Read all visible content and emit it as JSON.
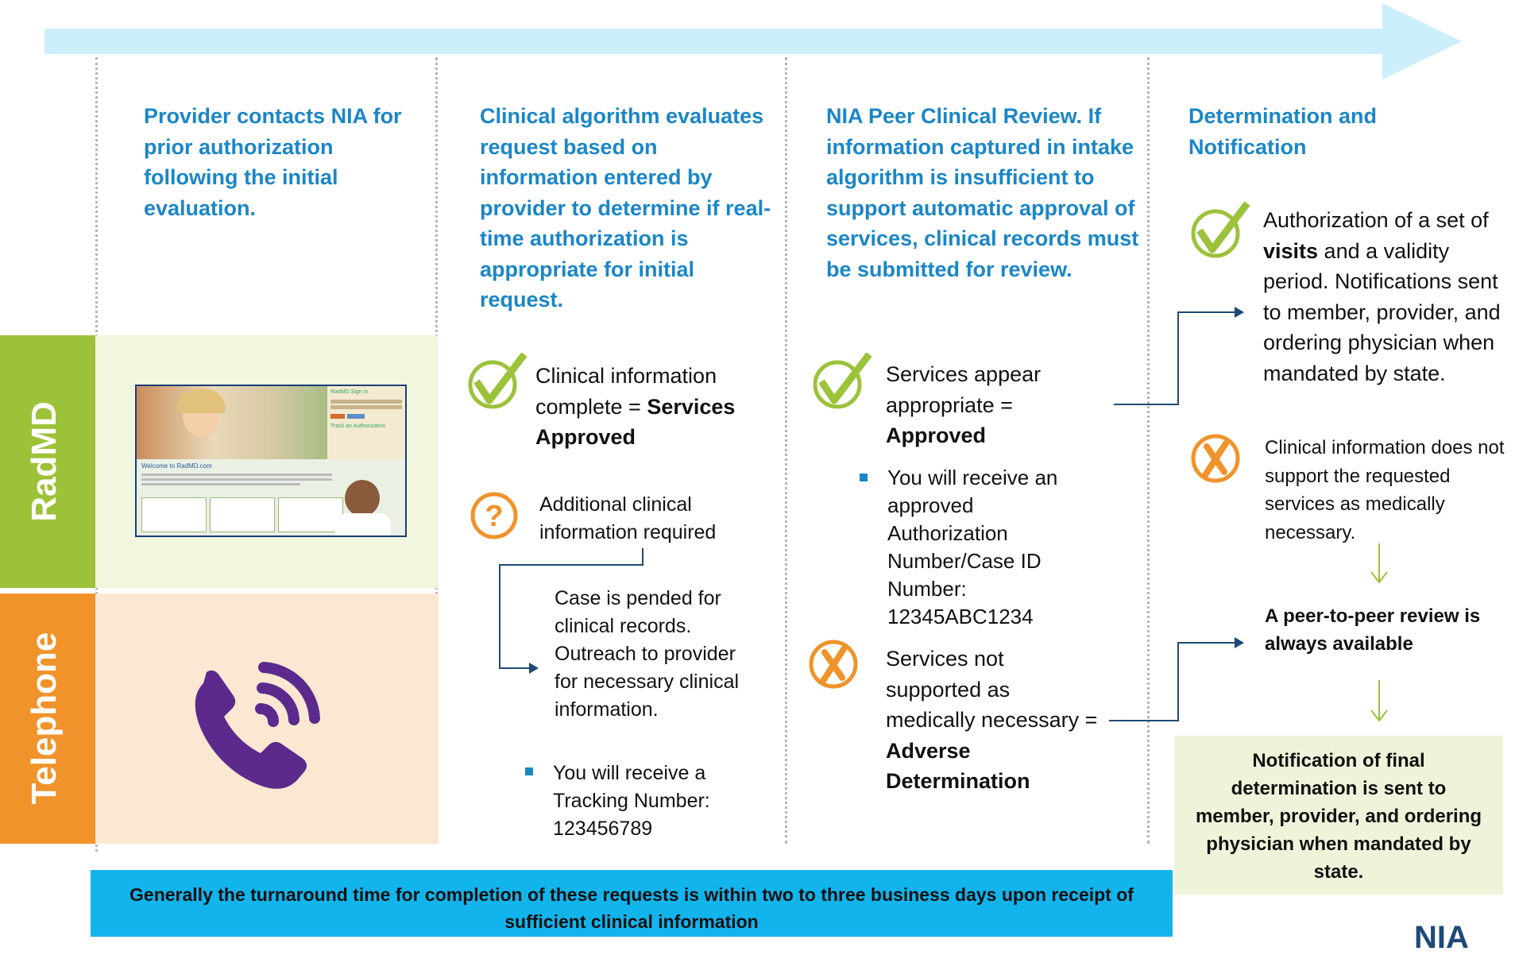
{
  "colors": {
    "accent_blue": "#1b86c7",
    "radmd_green": "#9cc23a",
    "telephone_orange": "#f0932a",
    "check_green": "#9cc23a",
    "x_orange": "#f0932a",
    "phone_purple": "#5b2a8c",
    "footer_blue": "#12b4ec",
    "connector_navy": "#1e4a78"
  },
  "side_labels": {
    "radmd": "RadMD",
    "telephone": "Telephone"
  },
  "columns": {
    "col1": {
      "heading": "Provider contacts NIA for prior authorization following the initial evaluation."
    },
    "col2": {
      "heading": "Clinical algorithm evaluates request based on information entered by provider to determine if real-time authorization is appropriate for initial request.",
      "approved_prefix": "Clinical information complete = ",
      "approved_bold": "Services Approved",
      "pending_text": "Additional clinical information required",
      "pended_text": "Case is pended for clinical records. Outreach to provider for necessary clinical information.",
      "bullet_text": "You will receive a Tracking Number: 123456789"
    },
    "col3": {
      "heading": "NIA Peer Clinical Review. If information captured in intake algorithm is insufficient to support automatic approval of services, clinical records must be submitted for review.",
      "approved_prefix": "Services appear appropriate = ",
      "approved_bold": "Approved",
      "bullet_text": "You will receive an approved Authorization Number/Case ID Number: 12345ABC1234",
      "denied_prefix": "Services not supported as medically necessary = ",
      "denied_bold": "Adverse Determination"
    },
    "col4": {
      "heading": "Determination and Notification",
      "auth_part1": "Authorization of a set of ",
      "auth_bold": "visits",
      "auth_part2": " and a validity period. Notifications sent to member, provider, and ordering physician when mandated by state.",
      "denied_text": "Clinical information does not support the requested services as medically necessary.",
      "peer_text": "A peer-to-peer review is always available",
      "final_text": "Notification of final determination is sent to member, provider, and ordering physician when mandated  by state."
    }
  },
  "footer": {
    "text": "Generally the turnaround time for completion of these requests is within two to three business days upon receipt of sufficient clinical information"
  },
  "icons": {
    "check": "check-icon",
    "question": "question-icon",
    "x": "x-icon",
    "phone": "phone-icon",
    "down_arrow": "arrow-down-icon",
    "right_arrow": "arrow-right-icon"
  },
  "screenshot_text": {
    "welcome": "Welcome to RadMD.com",
    "sign_in": "RadMD Sign In",
    "track": "Track an Authorization"
  },
  "logo": {
    "text": "NIA"
  }
}
